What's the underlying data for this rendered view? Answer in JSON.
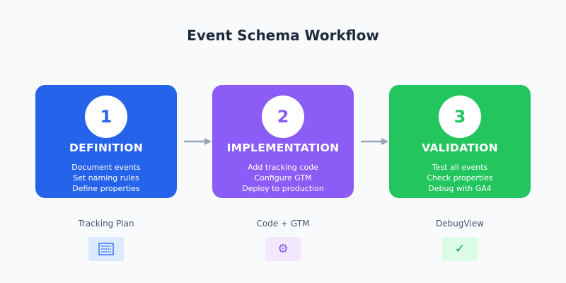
{
  "title": "Event Schema Workflow",
  "steps": [
    {
      "number": "1",
      "title": "DEFINITION",
      "lines": [
        "Document events",
        "Set naming rules",
        "Define properties"
      ],
      "color": "#2563eb",
      "sub_label": "Tracking Plan",
      "badge_icon": "clipboard-icon",
      "badge_glyph": "📋",
      "badge_bg": "#dbeafe"
    },
    {
      "number": "2",
      "title": "IMPLEMENTATION",
      "lines": [
        "Add tracking code",
        "Configure GTM",
        "Deploy to production"
      ],
      "color": "#8b5cf6",
      "sub_label": "Code + GTM",
      "badge_icon": "gear-icon",
      "badge_glyph": "⚙",
      "badge_bg": "#f3e8ff"
    },
    {
      "number": "3",
      "title": "VALIDATION",
      "lines": [
        "Test all events",
        "Check properties",
        "Debug with GA4"
      ],
      "color": "#22c55e",
      "sub_label": "DebugView",
      "badge_icon": "checkmark-icon",
      "badge_glyph": "✓",
      "badge_bg": "#dcfce7"
    }
  ],
  "arrow_color": "#94a3b8"
}
